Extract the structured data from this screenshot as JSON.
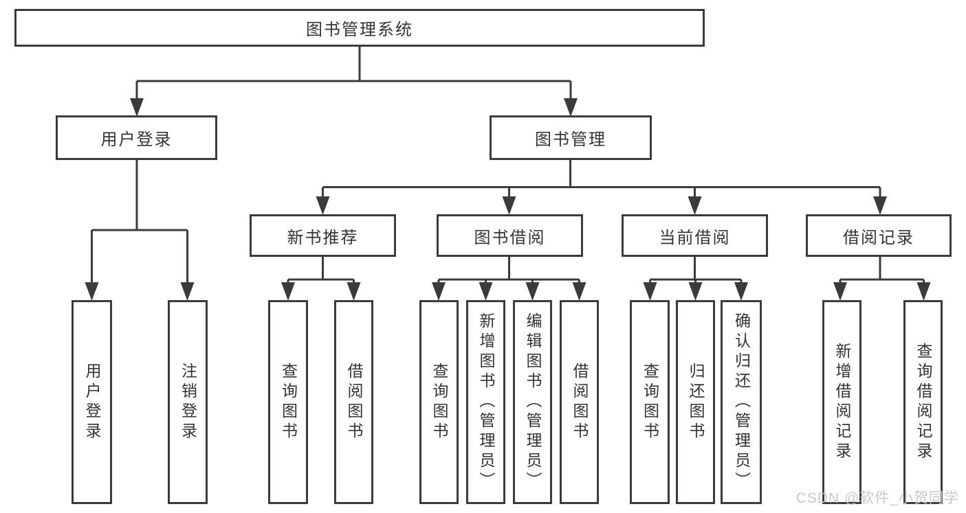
{
  "palette": {
    "line_color": "#3b3b3b",
    "text_color": "#333333",
    "box_background": "#ffffff",
    "watermark_color": "#c9c9c9"
  },
  "tree": {
    "root": {
      "label": "图书管理系统"
    },
    "branches": [
      {
        "label": "用户登录",
        "children": [
          {
            "label": "用户登录"
          },
          {
            "label": "注销登录"
          }
        ]
      },
      {
        "label": "图书管理",
        "children": [
          {
            "label": "新书推荐",
            "children": [
              {
                "label": "查询图书"
              },
              {
                "label": "借阅图书"
              }
            ]
          },
          {
            "label": "图书借阅",
            "children": [
              {
                "label": "查询图书"
              },
              {
                "label": "新增图书（管理员）"
              },
              {
                "label": "编辑图书（管理员）"
              },
              {
                "label": "借阅图书"
              }
            ]
          },
          {
            "label": "当前借阅",
            "children": [
              {
                "label": "查询图书"
              },
              {
                "label": "归还图书"
              },
              {
                "label": "确认归还（管理员）"
              }
            ]
          },
          {
            "label": "借阅记录",
            "children": [
              {
                "label": "新增借阅记录"
              },
              {
                "label": "查询借阅记录"
              }
            ]
          }
        ]
      }
    ]
  },
  "watermark": {
    "text": "CSDN @软件_小贺同学"
  }
}
